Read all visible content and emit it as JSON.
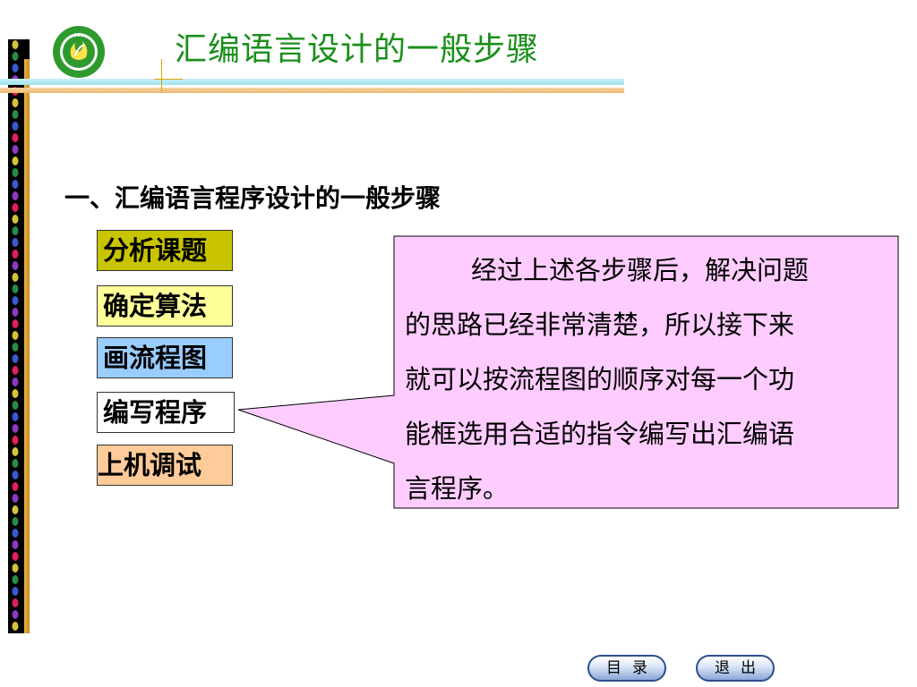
{
  "header": {
    "title": "汇编语言设计的一般步骤"
  },
  "section": {
    "heading": "一、汇编语言程序设计的一般步骤"
  },
  "steps": [
    {
      "label": "分析课题",
      "color": "#c8c400"
    },
    {
      "label": "确定算法",
      "color": "#ffff99"
    },
    {
      "label": "画流程图",
      "color": "#99ccff"
    },
    {
      "label": "编写程序",
      "color": "#ffffff"
    },
    {
      "label": "上机调试",
      "color": "#ffcc99"
    }
  ],
  "callout": {
    "lines": [
      "经过上述各步骤后，解决问题",
      "的思路已经非常清楚，所以接下来",
      "就可以按流程图的顺序对每一个功",
      "能框选用合适的指令编写出汇编语",
      "言程序。"
    ],
    "background": "#ffccff"
  },
  "nav": {
    "toc_label": "目录",
    "exit_label": "退出"
  },
  "colors": {
    "title": "#1a8f1a",
    "nav_border": "#2d4f8f"
  }
}
